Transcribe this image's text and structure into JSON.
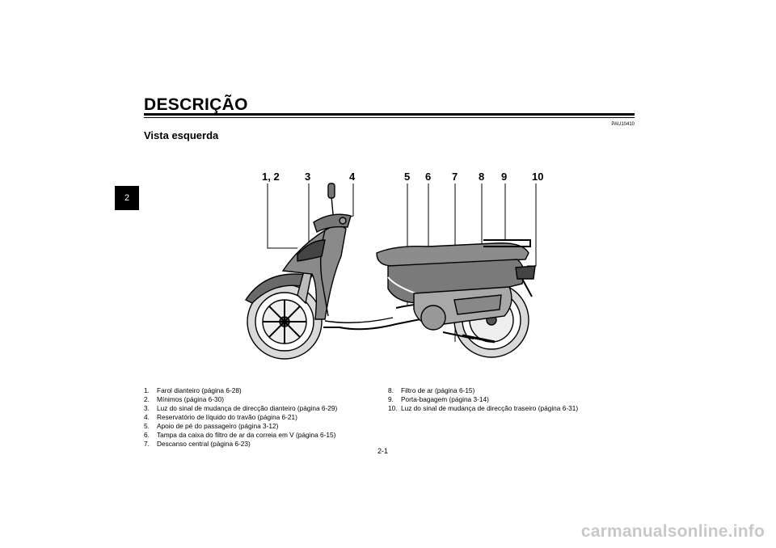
{
  "header": {
    "title": "DESCRIÇÃO",
    "chapter_number": "2",
    "code": "PAU10410"
  },
  "section": {
    "title": "Vista esquerda"
  },
  "figure": {
    "callouts": [
      "1, 2",
      "3",
      "4",
      "5",
      "6",
      "7",
      "8",
      "9",
      "10"
    ]
  },
  "legend": {
    "left": [
      {
        "num": "1.",
        "text": "Farol dianteiro (página 6-28)"
      },
      {
        "num": "2.",
        "text": "Mínimos (página 6-30)"
      },
      {
        "num": "3.",
        "text": "Luz do sinal de mudança de direcção dianteiro (página 6-29)"
      },
      {
        "num": "4.",
        "text": "Reservatório de líquido do travão (página 6-21)"
      },
      {
        "num": "5.",
        "text": "Apoio de pé do passageiro (página 3-12)"
      },
      {
        "num": "6.",
        "text": "Tampa da caixa do filtro de ar da correia em V (página 6-15)"
      },
      {
        "num": "7.",
        "text": "Descanso central (página 6-23)"
      }
    ],
    "right": [
      {
        "num": "8.",
        "text": "Filtro de ar (página 6-15)"
      },
      {
        "num": "9.",
        "text": "Porta-bagagem (página 3-14)"
      },
      {
        "num": "10.",
        "text": "Luz do sinal de mudança de direcção traseiro (página 6-31)"
      }
    ]
  },
  "footer": {
    "page_number": "2-1",
    "watermark": "carmanualsonline.info"
  }
}
